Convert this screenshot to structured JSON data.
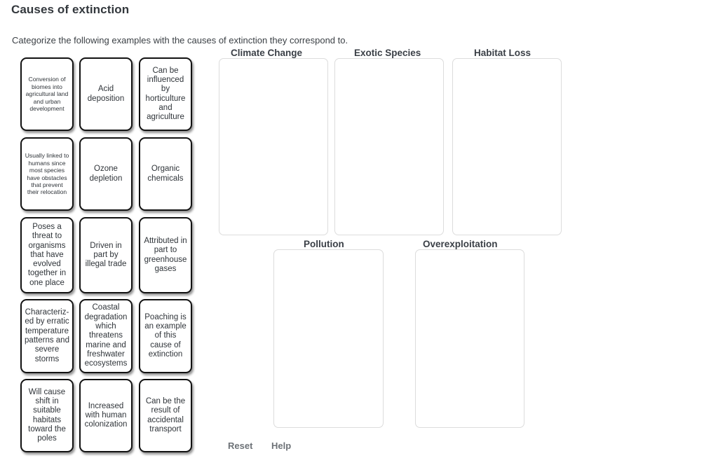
{
  "page": {
    "title": "Causes of extinction",
    "instruction": "Categorize the following examples with the causes of extinction they correspond to."
  },
  "cards": [
    {
      "id": "card-1",
      "text": "Conversion of biomes into agricultural land and urban development",
      "size": "tiny",
      "row": 0,
      "col": 0
    },
    {
      "id": "card-2",
      "text": "Acid deposition",
      "size": "normal",
      "row": 0,
      "col": 1
    },
    {
      "id": "card-3",
      "text": "Can be influenced by horticulture and agriculture",
      "size": "normal",
      "row": 0,
      "col": 2
    },
    {
      "id": "card-4",
      "text": "Usually linked to humans since most species have obstacles that prevent their relocation",
      "size": "tiny",
      "row": 1,
      "col": 0
    },
    {
      "id": "card-5",
      "text": "Ozone depletion",
      "size": "normal",
      "row": 1,
      "col": 1
    },
    {
      "id": "card-6",
      "text": "Organic chemicals",
      "size": "normal",
      "row": 1,
      "col": 2
    },
    {
      "id": "card-7",
      "text": "Poses a threat to organisms that have evolved together in one place",
      "size": "normal",
      "row": 2,
      "col": 0
    },
    {
      "id": "card-8",
      "text": "Driven in part by illegal trade",
      "size": "normal",
      "row": 2,
      "col": 1
    },
    {
      "id": "card-9",
      "text": "Attributed in part to greenhouse gases",
      "size": "normal",
      "row": 2,
      "col": 2
    },
    {
      "id": "card-10",
      "text": "Characteriz-ed by erratic temperature patterns and severe storms",
      "size": "normal",
      "row": 3,
      "col": 0
    },
    {
      "id": "card-11",
      "text": "Coastal degradation which threatens marine and freshwater ecosystems",
      "size": "normal",
      "row": 3,
      "col": 1
    },
    {
      "id": "card-12",
      "text": "Poaching is an example of this cause of extinction",
      "size": "normal",
      "row": 3,
      "col": 2
    },
    {
      "id": "card-13",
      "text": "Will cause shift in suitable habitats toward the poles",
      "size": "normal",
      "row": 4,
      "col": 0
    },
    {
      "id": "card-14",
      "text": "Increased with human colonization",
      "size": "normal",
      "row": 4,
      "col": 1
    },
    {
      "id": "card-15",
      "text": "Can be the result of accidental transport",
      "size": "normal",
      "row": 4,
      "col": 2
    }
  ],
  "drop_zones": [
    {
      "id": "climate-change",
      "label": "Climate Change",
      "items": []
    },
    {
      "id": "exotic-species",
      "label": "Exotic Species",
      "items": []
    },
    {
      "id": "habitat-loss",
      "label": "Habitat Loss",
      "items": []
    },
    {
      "id": "pollution",
      "label": "Pollution",
      "items": []
    },
    {
      "id": "overexploitation",
      "label": "Overexploitation",
      "items": []
    }
  ],
  "actions": {
    "reset_label": "Reset",
    "help_label": "Help"
  }
}
